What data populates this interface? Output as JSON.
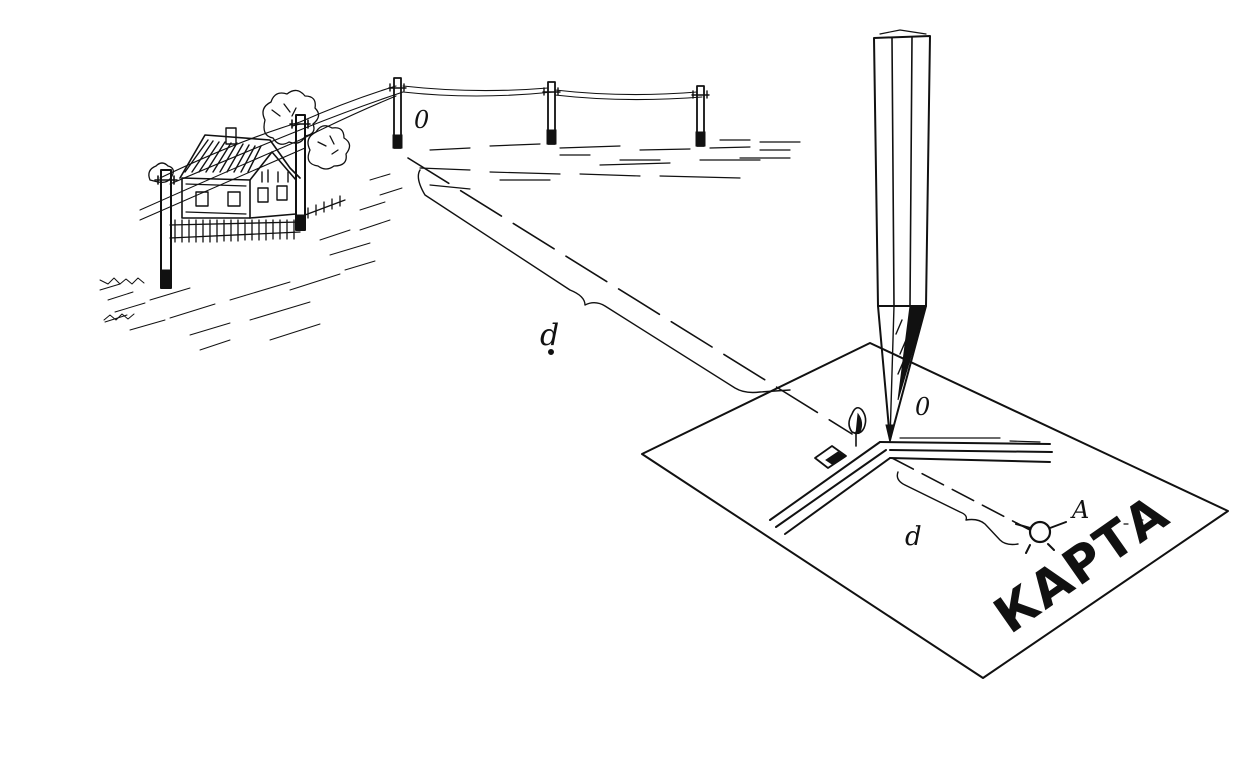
{
  "labels": {
    "origin_ground": "0",
    "distance_ground": "d",
    "origin_map": "0",
    "distance_map": "d",
    "point_map": "A",
    "map_title": "КАРТА"
  }
}
